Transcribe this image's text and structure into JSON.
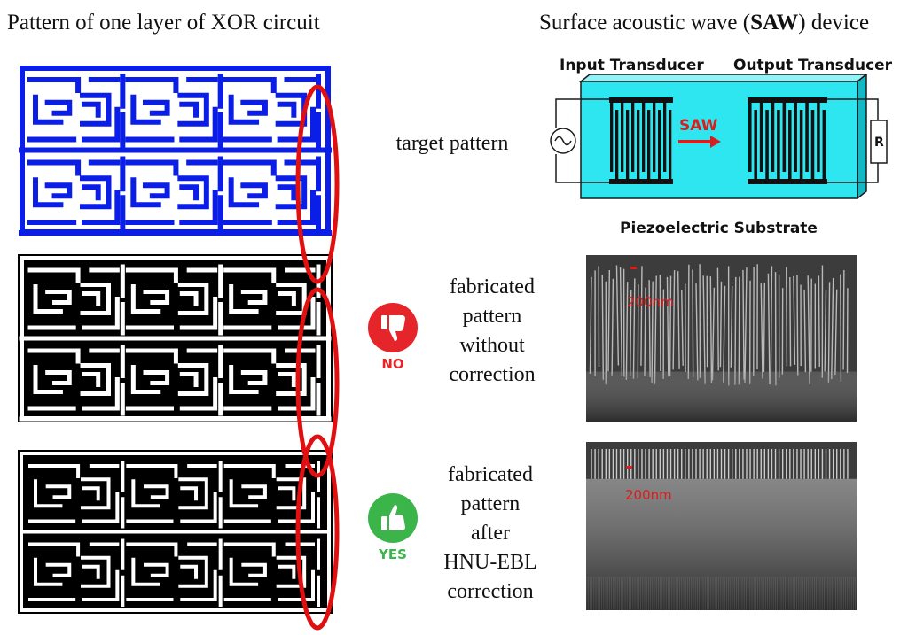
{
  "headings": {
    "left": "Pattern of one layer of XOR circuit",
    "right_prefix": "Surface acoustic wave (",
    "right_bold": "SAW",
    "right_suffix": ") device"
  },
  "row_labels": {
    "target": "target pattern",
    "without_correction": [
      "fabricated",
      "pattern",
      "without",
      "correction"
    ],
    "after_correction": [
      "fabricated",
      "pattern",
      "after",
      "HNU-EBL",
      "correction"
    ]
  },
  "badges": {
    "no": {
      "text": "NO",
      "color": "#e5252a"
    },
    "yes": {
      "text": "YES",
      "color": "#3bb54a"
    }
  },
  "saw_diagram": {
    "input_transducer": "Input Transducer",
    "output_transducer": "Output Transducer",
    "wave_label": "SAW",
    "substrate_label": "Piezoelectric Substrate",
    "resistor_label": "R",
    "substrate_color": "#2ee6f0",
    "wave_color": "#d62020"
  },
  "micrographs": {
    "scale_bar_text": "200nm",
    "scale_bar_color": "#e11b1b"
  },
  "colors": {
    "pattern_blue": "#0a1ee8",
    "highlight_red": "#e01010"
  }
}
